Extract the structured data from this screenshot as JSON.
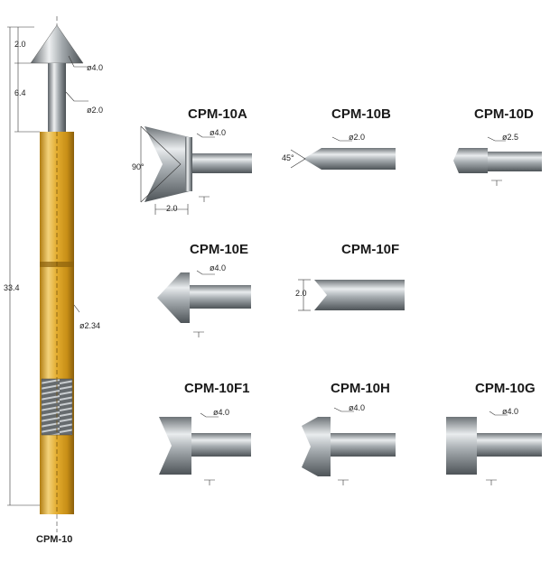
{
  "main_probe": {
    "label": "CPM-10",
    "overall_length": "33.4",
    "tip_length": "2.0",
    "neck_length": "6.4",
    "head_diameter": "ø4.0",
    "neck_diameter": "ø2.0",
    "barrel_diameter": "ø2.34"
  },
  "tips": [
    {
      "name": "CPM-10A",
      "diameter": "ø4.0",
      "angle": "90°",
      "length": "2.0"
    },
    {
      "name": "CPM-10B",
      "diameter": "ø2.0",
      "angle": "45°"
    },
    {
      "name": "CPM-10D",
      "diameter": "ø2.5"
    },
    {
      "name": "CPM-10E",
      "diameter": "ø4.0"
    },
    {
      "name": "CPM-10F",
      "length": "2.0"
    },
    {
      "name": "CPM-10F1",
      "diameter": "ø4.0"
    },
    {
      "name": "CPM-10H",
      "diameter": "ø4.0"
    },
    {
      "name": "CPM-10G",
      "diameter": "ø4.0"
    }
  ],
  "colors": {
    "gold": "#d9a520",
    "steel": "#9ea4a8",
    "line": "#333333"
  }
}
